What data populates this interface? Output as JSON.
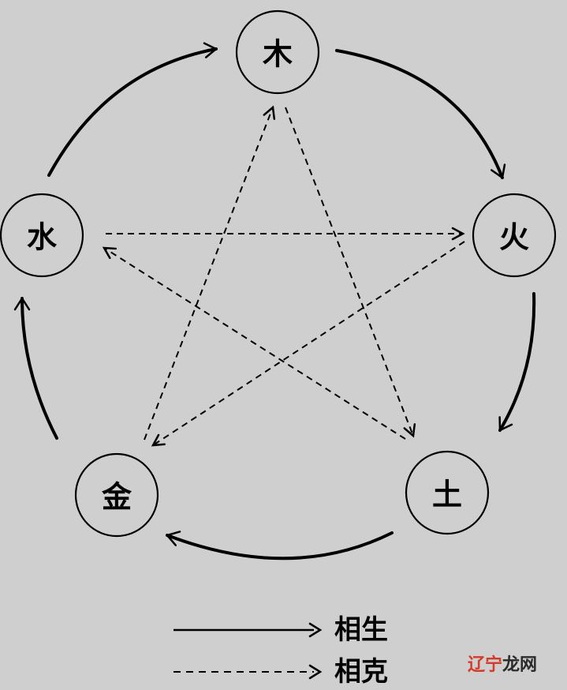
{
  "elements": {
    "wood": "木",
    "fire": "火",
    "earth": "土",
    "metal": "金",
    "water": "水"
  },
  "legend": {
    "generating": "相生",
    "controlling": "相克"
  },
  "watermark": {
    "part1": "辽宁",
    "part2": "龙网"
  },
  "generating_cycle": [
    [
      "wood",
      "fire"
    ],
    [
      "fire",
      "earth"
    ],
    [
      "earth",
      "metal"
    ],
    [
      "metal",
      "water"
    ],
    [
      "water",
      "wood"
    ]
  ],
  "controlling_cycle": [
    [
      "wood",
      "earth"
    ],
    [
      "earth",
      "water"
    ],
    [
      "water",
      "fire"
    ],
    [
      "fire",
      "metal"
    ],
    [
      "metal",
      "wood"
    ]
  ]
}
